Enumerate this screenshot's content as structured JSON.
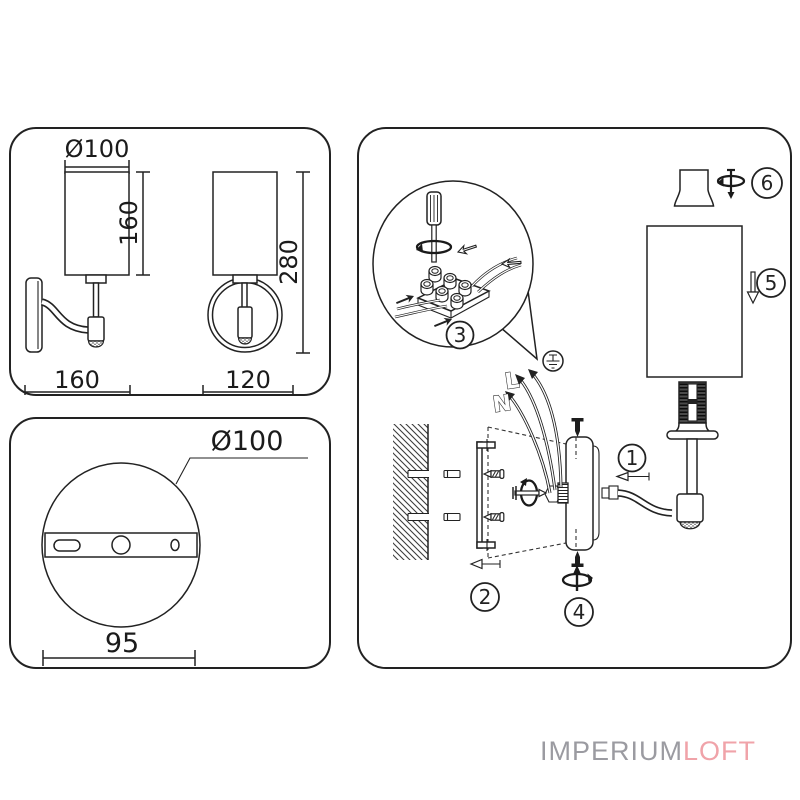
{
  "brand": {
    "name_primary": "IMPERIUM",
    "name_accent": "LOFT",
    "color_primary": "#9b9ba1",
    "color_accent": "#f0a3a9"
  },
  "side_view_panel": {
    "shade_diameter": "Ø100",
    "shade_height": "160",
    "overall_height": "280",
    "overall_depth": "160",
    "overall_width": "120"
  },
  "base_view_panel": {
    "base_diameter": "Ø100",
    "mount_hole_spacing": "95"
  },
  "assembly_panel": {
    "wire_live_label": "L",
    "wire_neutral_label": "N",
    "steps": [
      "1",
      "2",
      "3",
      "4",
      "5",
      "6"
    ]
  },
  "ink_color": "#222222"
}
